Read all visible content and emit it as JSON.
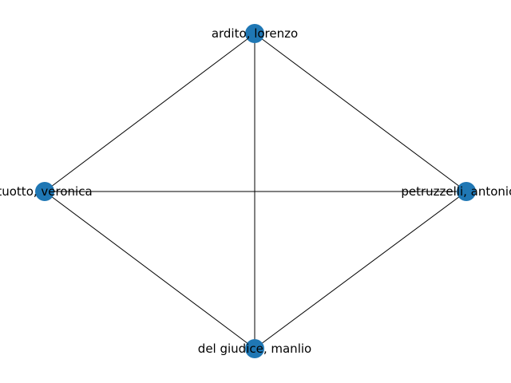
{
  "graph": {
    "node_color": "#1f77b4",
    "edge_color": "#000000",
    "nodes": [
      {
        "id": "top",
        "label": "ardito, lorenzo"
      },
      {
        "id": "left",
        "label": "tuotto, veronica"
      },
      {
        "id": "right",
        "label": "petruzzelli, antonio m"
      },
      {
        "id": "bottom",
        "label": "del giudice, manlio"
      }
    ],
    "edges": [
      [
        "top",
        "left"
      ],
      [
        "top",
        "right"
      ],
      [
        "top",
        "bottom"
      ],
      [
        "left",
        "right"
      ],
      [
        "left",
        "bottom"
      ],
      [
        "right",
        "bottom"
      ]
    ]
  }
}
